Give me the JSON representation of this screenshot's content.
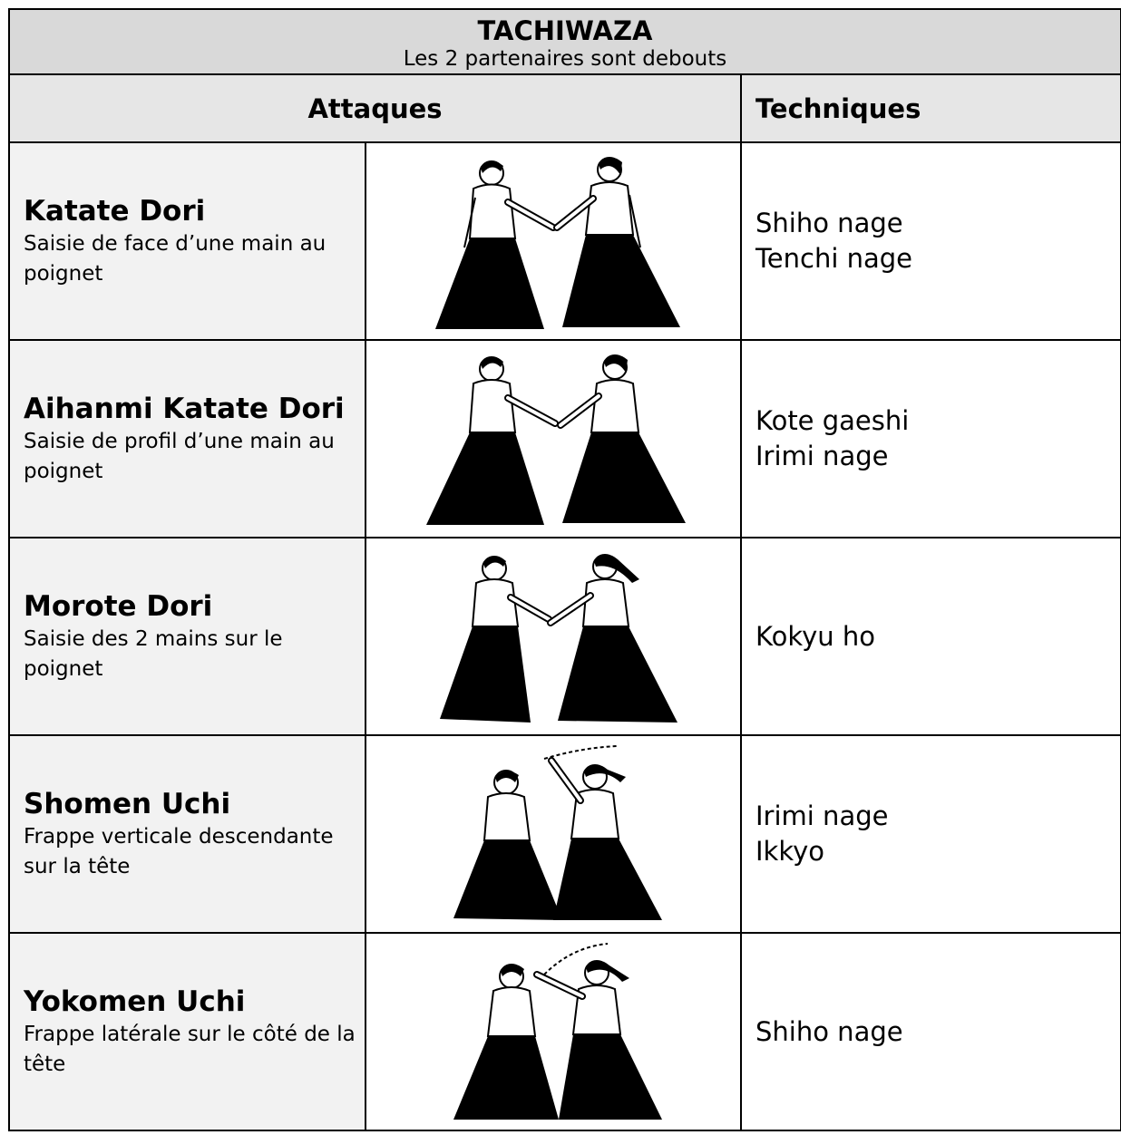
{
  "header": {
    "title": "TACHIWAZA",
    "subtitle": "Les 2 partenaires sont debouts"
  },
  "columns": {
    "attaques": "Attaques",
    "techniques": "Techniques"
  },
  "rows": [
    {
      "name": "Katate Dori",
      "description": "Saisie de face d’une main au poignet",
      "illustration": "two-aikidoka-illustration",
      "techniques": [
        "Shiho nage",
        "Tenchi nage"
      ]
    },
    {
      "name": "Aihanmi Katate Dori",
      "description": "Saisie de profil d’une main au poignet",
      "illustration": "two-aikidoka-illustration",
      "techniques": [
        "Kote gaeshi",
        "Irimi nage"
      ]
    },
    {
      "name": "Morote Dori",
      "description": "Saisie des 2 mains sur le poignet",
      "illustration": "two-aikidoka-illustration",
      "techniques": [
        "Kokyu ho"
      ]
    },
    {
      "name": "Shomen Uchi",
      "description": "Frappe verticale descendante sur la tête",
      "illustration": "strike-illustration",
      "techniques": [
        "Irimi nage",
        "Ikkyo"
      ]
    },
    {
      "name": "Yokomen Uchi",
      "description": "Frappe latérale sur le côté de la tête",
      "illustration": "strike-illustration",
      "techniques": [
        "Shiho nage"
      ]
    }
  ],
  "colors": {
    "title_bg": "#d9d9d9",
    "header_bg": "#e6e6e6",
    "attack_bg": "#f2f2f2",
    "border": "#000000"
  }
}
